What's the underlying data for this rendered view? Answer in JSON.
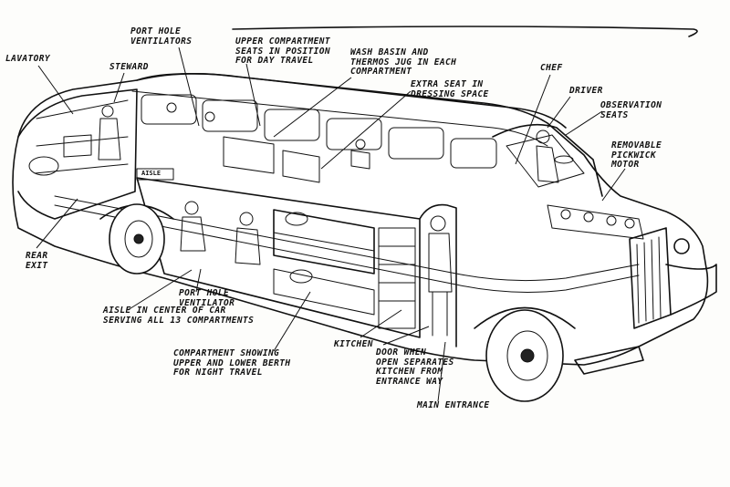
{
  "callouts": {
    "port_hole_ventilators": "PORT HOLE\nVENTILATORS",
    "lavatory": "LAVATORY",
    "steward": "STEWARD",
    "upper_compartment": "UPPER COMPARTMENT\nSEATS IN POSITION\nFOR DAY TRAVEL",
    "wash_basin": "WASH BASIN AND\nTHERMOS JUG IN EACH\nCOMPARTMENT",
    "extra_seat": "EXTRA SEAT IN\nDRESSING SPACE",
    "chef": "CHEF",
    "driver": "DRIVER",
    "observation_seats": "OBSERVATION\nSEATS",
    "removable_motor": "REMOVABLE\nPICKWICK\nMOTOR",
    "rear_exit": "REAR\nEXIT",
    "port_hole_ventilator": "PORT HOLE\nVENTILATOR",
    "aisle_center": "AISLE IN CENTER OF CAR\nSERVING ALL 13 COMPARTMENTS",
    "kitchen": "KITCHEN",
    "compartment_berth": "COMPARTMENT SHOWING\nUPPER AND LOWER BERTH\nFOR NIGHT TRAVEL",
    "door_kitchen": "DOOR WHEN\nOPEN SEPARATES\nKITCHEN FROM\nENTRANCE WAY",
    "main_entrance": "MAIN ENTRANCE"
  },
  "signs": {
    "aisle": "AISLE"
  }
}
